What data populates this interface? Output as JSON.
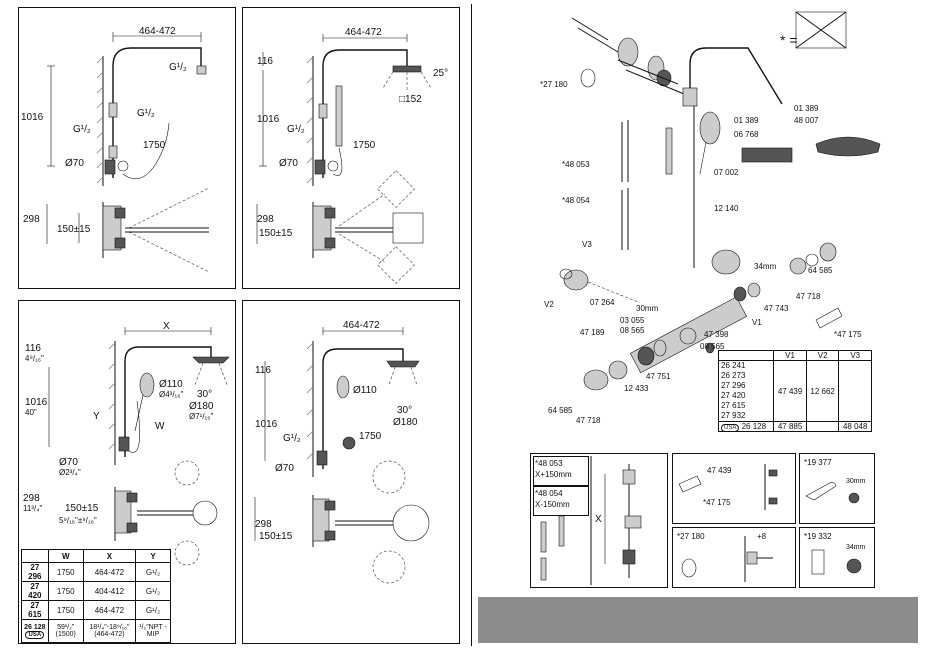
{
  "panel_top_left": {
    "dims": {
      "width": "464-472",
      "g_top": "G¹/₂",
      "g_mid": "G¹/₂",
      "g_left": "G¹/₂",
      "height": "1016",
      "hose": "1750",
      "diameter": "Ø70",
      "bottom_height": "298",
      "spacing": "150±15"
    }
  },
  "panel_top_right": {
    "dims": {
      "width": "464-472",
      "top": "116",
      "angle": "25°",
      "head": "□152",
      "height": "1016",
      "g_left": "G¹/₂",
      "hose": "1750",
      "diameter": "Ø70",
      "bottom_height": "298",
      "spacing": "150±15"
    }
  },
  "panel_bottom_left": {
    "dims": {
      "x": "X",
      "top_mm": "116",
      "top_in": "4⁹/₁₆\"",
      "height_mm": "1016",
      "height_in": "40\"",
      "y": "Y",
      "w": "W",
      "dia_head": "Ø110",
      "dia_head_in": "Ø4³/₁₆\"",
      "angle": "30°",
      "dia_big": "Ø180",
      "dia_big_in": "Ø7¹/₁₆\"",
      "dia_small": "Ø70",
      "dia_small_in": "Ø2³/₄\"",
      "bottom_mm": "298",
      "bottom_in": "11³/₄\"",
      "spacing": "150±15",
      "spacing_in": "5⁹/₁₆\"±⁹/₁₆\""
    },
    "table": {
      "headers": [
        "",
        "W",
        "X",
        "Y"
      ],
      "rows": [
        [
          "27 296",
          "1750",
          "464-472",
          "G¹/₂"
        ],
        [
          "27 420",
          "1750",
          "404-412",
          "G¹/₂"
        ],
        [
          "27 615",
          "1750",
          "464-472",
          "G¹/₂"
        ],
        [
          "26 128",
          "59¹/₂\" (1500)",
          "18¹/₄\"-18⁹/₁₆\" (464-472)",
          "¹/₂\"NPT -MIP"
        ]
      ],
      "usa": "USA"
    }
  },
  "panel_bottom_right": {
    "dims": {
      "width": "464-472",
      "top": "116",
      "dia_head": "Ø110",
      "angle": "30°",
      "dia_big": "Ø180",
      "height": "1016",
      "g_left": "G¹/₂",
      "hose": "1750",
      "diameter": "Ø70",
      "bottom_height": "298",
      "spacing": "150±15"
    }
  },
  "exploded": {
    "star_equals": "* =",
    "parts": {
      "p27180": "*27 180",
      "p48053": "*48 053",
      "p48054": "*48 054",
      "p01389a": "01 389",
      "p06768": "06 768",
      "p01389b": "01 389",
      "p48007": "48 007",
      "p07002": "07 002",
      "p12140": "12 140",
      "v3": "V3",
      "v2": "V2",
      "p07264": "07 264",
      "p47189": "47 189",
      "mm30": "30mm",
      "p03055": "03 055",
      "p08565a": "08 565",
      "p47398": "47 398",
      "v1": "V1",
      "mm34": "34mm",
      "p47743": "47 743",
      "p64585a": "64 585",
      "p47718a": "47 718",
      "p47175": "*47 175",
      "p08565b": "08 565",
      "p47751": "47 751",
      "p12433": "12 433",
      "p64585b": "64 585",
      "p47718b": "47 718"
    },
    "vtable": {
      "headers": [
        "",
        "V1",
        "V2",
        "V3"
      ],
      "models": [
        "26 241",
        "26 273",
        "27 296",
        "27 420",
        "27 615",
        "27 932"
      ],
      "v1": "47 439",
      "v2": "12 662",
      "v3": "",
      "usa_model": "26 128",
      "usa_v1": "47 885",
      "usa_v2": "",
      "usa_v3": "48 048",
      "usa": "USA"
    }
  },
  "boxes": {
    "rails": {
      "a_code": "*48 053",
      "a_text": "X+150mm",
      "b_code": "*48 054",
      "b_text": "X-150mm",
      "x": "X"
    },
    "kit": {
      "a": "47 439",
      "b": "*47 175"
    },
    "key": {
      "code": "*19 377",
      "size": "30mm"
    },
    "ring": {
      "code": "*27 180",
      "offset": "+8"
    },
    "tool": {
      "code": "*19 332",
      "size": "34mm"
    }
  }
}
